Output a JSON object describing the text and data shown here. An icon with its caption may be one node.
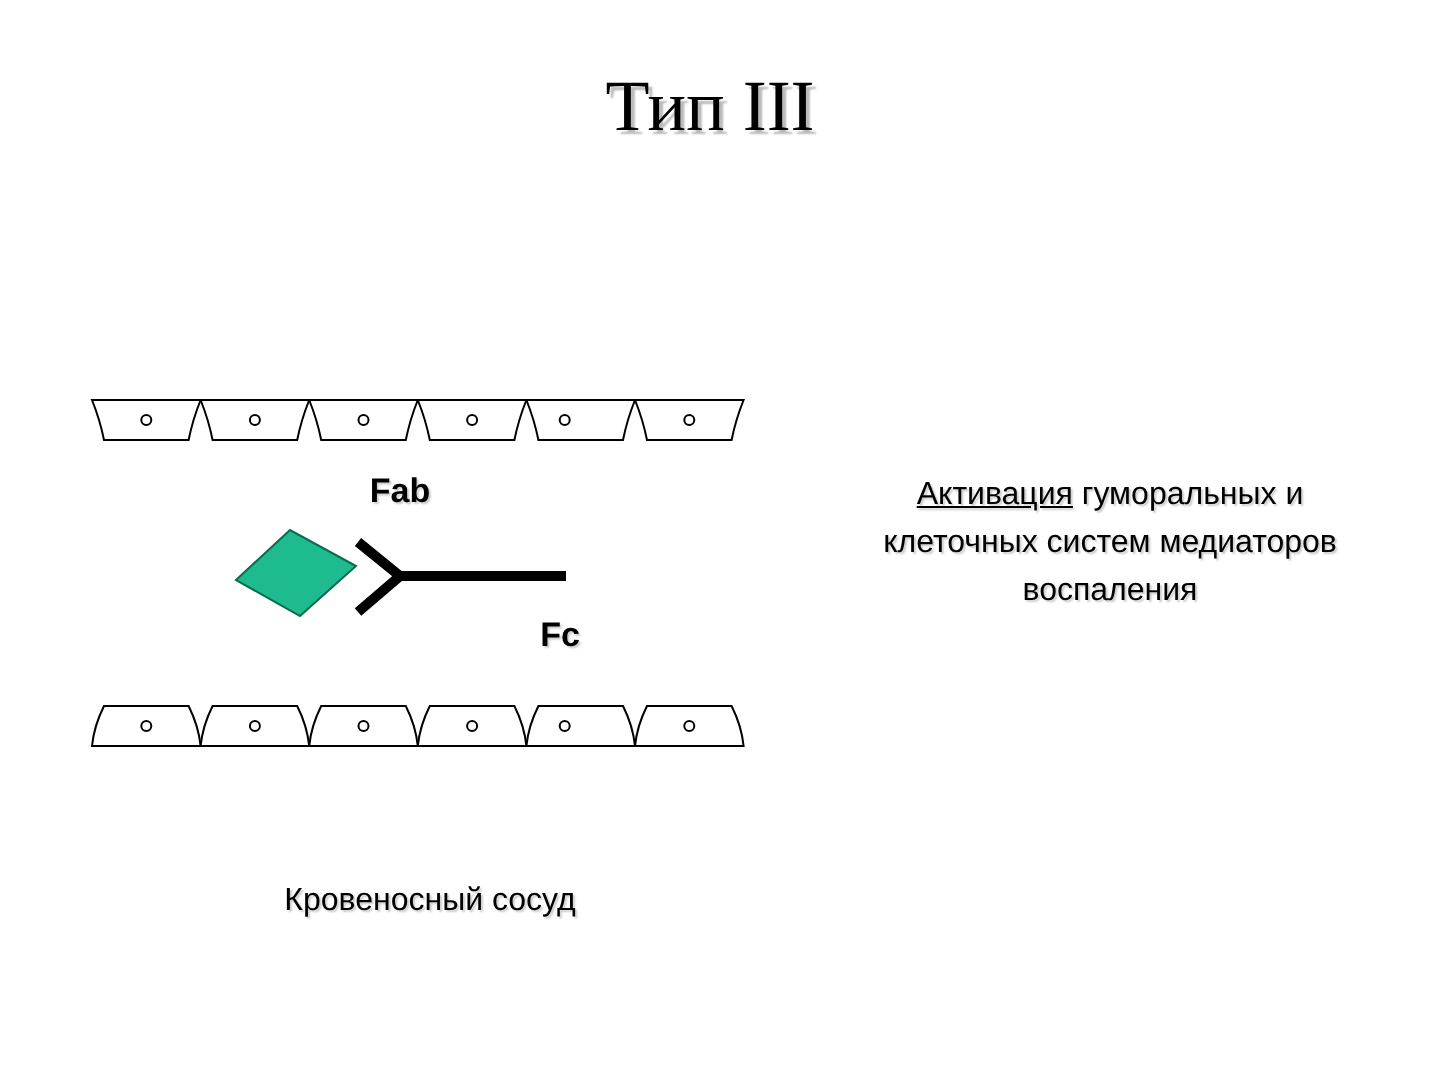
{
  "diagram": {
    "title": "Тип III",
    "labels": [
      "Fab",
      "Fc",
      "Кровеносный сосуд",
      "Активация гуморальных и клеточных систем медиаторов воспаления"
    ]
  }
}
